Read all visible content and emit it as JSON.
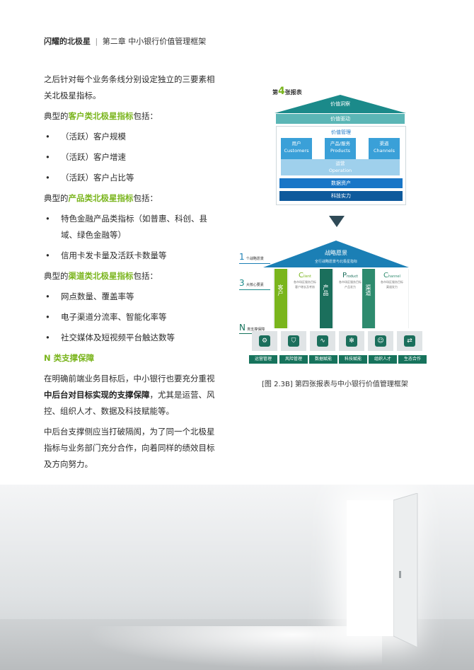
{
  "header": {
    "title": "闪耀的北极星",
    "sep": "|",
    "chapter": "第二章 中小银行价值管理框架"
  },
  "intro": "之后针对每个业务条线分别设定独立的三要素相关北极星指标。",
  "groups": [
    {
      "prefix": "典型的",
      "kw": "客户类北极星指标",
      "suffix": "包括：",
      "items": [
        "（活跃）客户规模",
        "（活跃）客户增速",
        "（活跃）客户占比等"
      ]
    },
    {
      "prefix": "典型的",
      "kw": "产品类北极星指标",
      "suffix": "包括：",
      "items": [
        "特色金融产品类指标（如普惠、科创、县域、绿色金融等）",
        "信用卡发卡量及活跃卡数量等"
      ]
    },
    {
      "prefix": "典型的",
      "kw": "渠道类北极星指标",
      "suffix": "包括：",
      "items": [
        "网点数量、覆盖率等",
        "电子渠道分流率、智能化率等",
        "社交媒体及短视频平台触达数等"
      ]
    }
  ],
  "n_section": {
    "title": "N 类支撑保障",
    "p1_a": "在明确前端业务目标后，中小银行也要充分重视",
    "p1_bold": "中后台对目标实现的支撑保障",
    "p1_b": "，尤其是运营、风控、组织人才、数据及科技赋能等。",
    "p2": "中后台支撑侧应当打破隔阂，为了同一个北极星指标与业务部门充分合作，向着同样的绩效目标及方向努力。"
  },
  "fig1": {
    "title_pre": "第",
    "title_num": "4",
    "title_post": "张报表",
    "roof": "价值洞察",
    "drive": "价值驱动",
    "mgmt": "价值管理",
    "tiles": [
      {
        "cn": "用户",
        "en": "Customers"
      },
      {
        "cn": "产品/服务",
        "en": "Products"
      },
      {
        "cn": "渠道",
        "en": "Channels"
      }
    ],
    "ops_cn": "运营",
    "ops_en": "Operation",
    "data": "数据资产",
    "tech": "科技实力"
  },
  "fig2": {
    "roof": "战略愿景",
    "roof_sub": "全行战略愿景与北极星指标",
    "left_labels": [
      {
        "n": "1",
        "t": "个战略愿景"
      },
      {
        "n": "3",
        "t": "大核心要素"
      },
      {
        "n": "N",
        "t": "类支撑保障"
      }
    ],
    "pillars": [
      {
        "cn": "客户",
        "en_initial": "C",
        "en_rest": "lient",
        "title": "各市场区服务目标",
        "sub": "客户增长及考核"
      },
      {
        "cn": "产品",
        "en_initial": "P",
        "en_rest": "roduct",
        "title": "各市场区服务目标",
        "sub": "产品发力"
      },
      {
        "cn": "渠道",
        "en_initial": "C",
        "en_rest": "hannel",
        "title": "各市场区服务目标",
        "sub": "渠道发力"
      }
    ],
    "supports": [
      "运营管理",
      "风险管理",
      "数据赋能",
      "科技赋能",
      "组织人才",
      "生态合作"
    ]
  },
  "caption": "[图 2.3B] 第四张报表与中小银行价值管理框架",
  "colors": {
    "accent_green": "#7ab51d",
    "teal": "#1b8a8a",
    "blue": "#1976c7",
    "dark_green": "#16735c"
  }
}
